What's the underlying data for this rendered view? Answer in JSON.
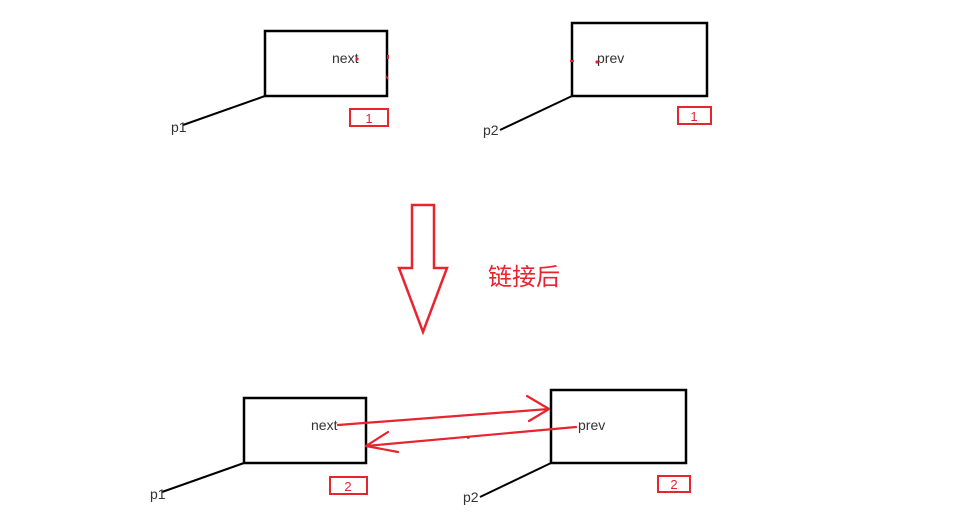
{
  "before": {
    "node1": {
      "field": "next",
      "pointer": "p1",
      "badge": "1"
    },
    "node2": {
      "field": "prev",
      "pointer": "p2",
      "badge": "1"
    }
  },
  "transition": {
    "caption": "链接后"
  },
  "after": {
    "node1": {
      "field": "next",
      "pointer": "p1",
      "badge": "2"
    },
    "node2": {
      "field": "prev",
      "pointer": "p2",
      "badge": "2"
    }
  },
  "colors": {
    "accent": "#e8242f",
    "stroke": "#000000",
    "text": "#333333"
  }
}
